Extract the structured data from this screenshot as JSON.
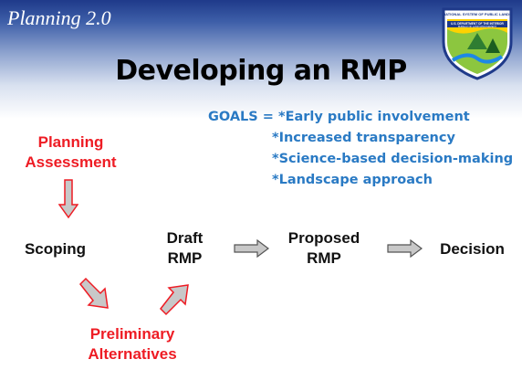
{
  "header": {
    "tag": "Planning 2.0",
    "logo_text": [
      "NATIONAL SYSTEM OF PUBLIC LANDS",
      "U.S. DEPARTMENT OF THE INTERIOR",
      "BUREAU OF LAND MANAGEMENT"
    ]
  },
  "title": "Developing an RMP",
  "goals": {
    "lines": [
      "GOALS = *Early public involvement",
      "*Increased transparency",
      "*Science-based decision-making",
      "*Landscape approach"
    ],
    "color": "#2a7ac4"
  },
  "flow": {
    "planning_assessment": [
      "Planning",
      "Assessment"
    ],
    "scoping": "Scoping",
    "draft_rmp": [
      "Draft",
      "RMP"
    ],
    "proposed_rmp": [
      "Proposed",
      "RMP"
    ],
    "decision": "Decision",
    "preliminary_alternatives": [
      "Preliminary",
      "Alternatives"
    ]
  },
  "colors": {
    "emphasis_red": "#ee1c24",
    "arrow_gray": "#c8c8c8",
    "header_blue": "#1f3a8a"
  }
}
